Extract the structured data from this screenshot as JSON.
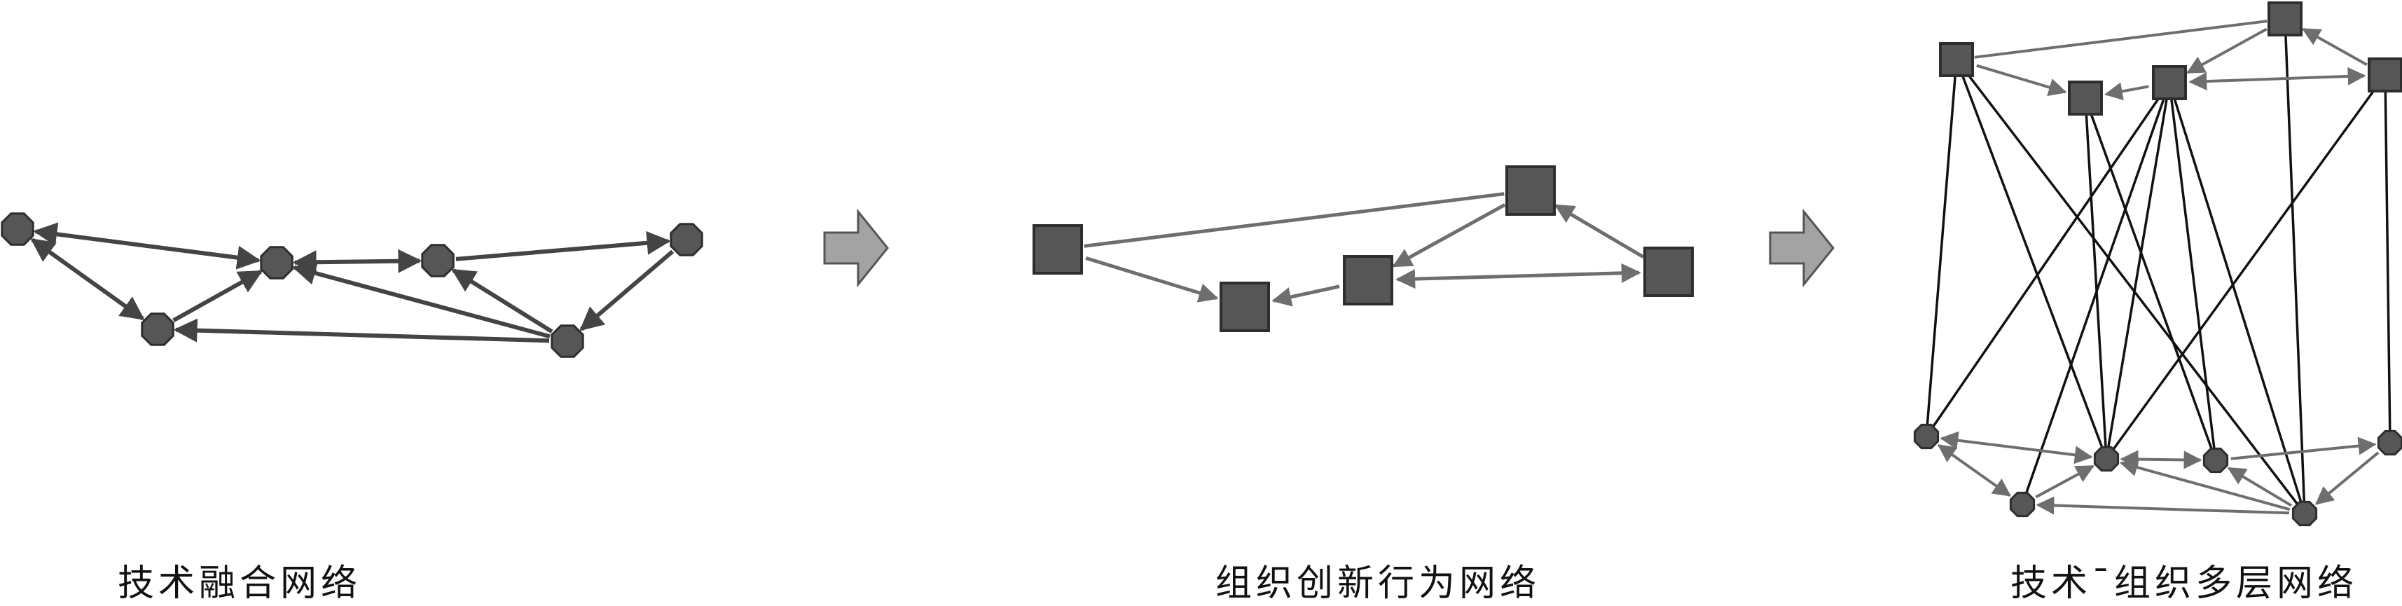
{
  "captions": {
    "tech": "技术融合网络",
    "org": "组织创新行为网络",
    "multi": "技术ˉ组织多层网络"
  },
  "colors": {
    "node_fill": "#565656",
    "node_stroke": "#2e2e2e",
    "tech_edge": "#444444",
    "org_edge": "#6e6e6e",
    "inter_edge": "#111111",
    "arrow_fill": "#a3a3a3",
    "arrow_stroke": "#555555"
  }
}
